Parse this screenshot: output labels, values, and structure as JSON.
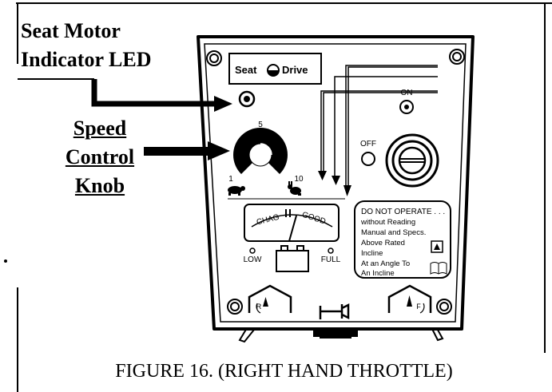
{
  "callouts": {
    "seat_motor_line1": "Seat Motor",
    "seat_motor_line2": "Indicator LED",
    "speed_line1": "Speed ",
    "speed_line2": "Control",
    "speed_line3": "Knob"
  },
  "panel": {
    "seat_label": "Seat",
    "drive_label": "Drive",
    "on_label": "ON",
    "off_label": "OFF",
    "speed_max": "10",
    "speed_mid": "5",
    "speed_min": "1",
    "gauge_left": "CHAG",
    "gauge_right": "GOOD",
    "low_label": "LOW",
    "full_label": "FULL",
    "reverse_label": "R",
    "forward_label": "F",
    "warning": {
      "title": "DO NOT OPERATE . . .",
      "lines": [
        "without Reading",
        "Manual and Specs.",
        "Above Rated",
        "Incline",
        "At an Angle To",
        "An Incline"
      ]
    }
  },
  "caption": "FIGURE 16. (RIGHT HAND THROTTLE)"
}
